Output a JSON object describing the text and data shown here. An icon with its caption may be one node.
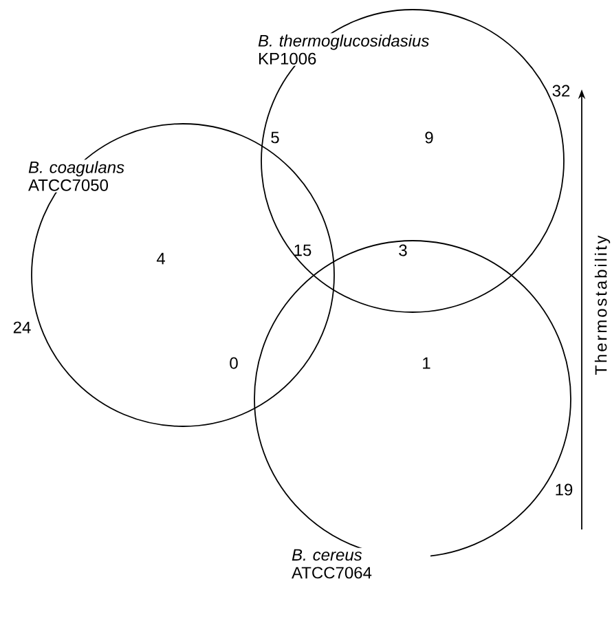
{
  "diagram": {
    "nodes": [
      {
        "text": [
          "*B. thermoglucosidasius* KP1006"
        ],
        "beside": [
          "32"
        ]
      },
      {
        "text": [
          "*B. coagulans* ATCC7050"
        ],
        "beside": [
          "24"
        ]
      },
      {
        "text": [
          "*B. cereus* ATCC7064"
        ],
        "beside": [
          "19"
        ]
      }
    ],
    "labels": [
      "5",
      "9",
      "4",
      "15",
      "3",
      "0",
      "1",
      "Thermostability"
    ]
  }
}
